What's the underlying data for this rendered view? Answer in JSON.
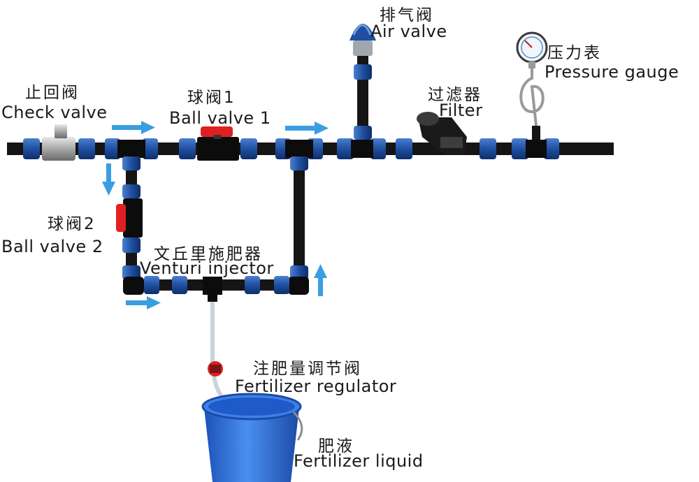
{
  "labels": {
    "air_valve": {
      "zh": "排气阀",
      "en": "Air valve"
    },
    "pressure_gauge": {
      "zh": "压力表",
      "en": "Pressure gauge"
    },
    "check_valve": {
      "zh": "止回阀",
      "en": "Check valve"
    },
    "ball_valve_1": {
      "zh": "球阀1",
      "en": "Ball valve 1"
    },
    "filter": {
      "zh": "过滤器",
      "en": "Filter"
    },
    "ball_valve_2": {
      "zh": "球阀2",
      "en": "Ball valve 2"
    },
    "venturi_injector": {
      "zh": "文丘里施肥器",
      "en": "Venturi injector"
    },
    "fertilizer_regulator": {
      "zh": "注肥量调节阀",
      "en": "Fertilizer regulator"
    },
    "fertilizer_liquid": {
      "zh": "肥液",
      "en": "Fertilizer liquid"
    }
  },
  "colors": {
    "pipe": "#151515",
    "coupling": "#1f4fa0",
    "valve_handle": "#e02020",
    "flow_arrow": "#3a9ee0",
    "bucket": "#2f6fd6",
    "tube": "#c8d4dc"
  }
}
